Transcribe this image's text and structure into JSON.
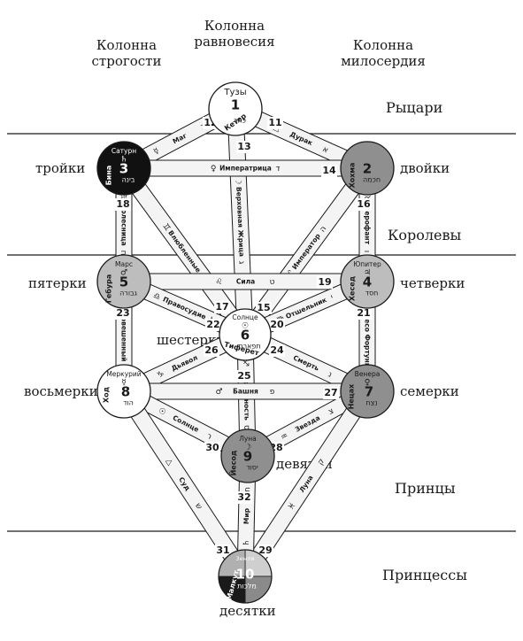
{
  "columns": {
    "severity": [
      "Колонна",
      "строгости"
    ],
    "balance": [
      "Колонна",
      "равновесия"
    ],
    "mercy": [
      "Колонна",
      "милосердия"
    ]
  },
  "worlds": {
    "knights": "Рыцари",
    "queens": "Королевы",
    "princes": "Принцы",
    "princesses": "Принцессы"
  },
  "side_labels": {
    "threes": "тройки",
    "twos": "двойки",
    "fives": "пятерки",
    "fours": "четверки",
    "sixes": "шестерки",
    "eights": "восьмерки",
    "sevens": "семерки",
    "nines": "девятки",
    "tens": "десятки"
  },
  "colors": {
    "ink": "#1a1a1a",
    "black_sphere": "#111111",
    "dark_gray_sphere": "#8f8f8f",
    "gray_sphere": "#bdbdbd",
    "path_fill": "#f4f4f4"
  },
  "sephiroth": [
    {
      "number": "1",
      "top": "Тузы",
      "planet": "",
      "hebrew": "כתר",
      "side": "Кетер"
    },
    {
      "number": "2",
      "top": "",
      "planet": "",
      "hebrew": "חכמה",
      "side": "Хохма"
    },
    {
      "number": "3",
      "top": "Сатурн",
      "planet": "♄",
      "hebrew": "בינה",
      "side": "Бина"
    },
    {
      "number": "4",
      "top": "Юпитер",
      "planet": "♃",
      "hebrew": "חסד",
      "side": "Хесед"
    },
    {
      "number": "5",
      "top": "Марс",
      "planet": "♂",
      "hebrew": "גבורה",
      "side": "Гебура"
    },
    {
      "number": "6",
      "top": "Солнце",
      "planet": "☉",
      "hebrew": "תפארת",
      "side": "Тиферет"
    },
    {
      "number": "7",
      "top": "Венера",
      "planet": "♀",
      "hebrew": "נצח",
      "side": "Нецах"
    },
    {
      "number": "8",
      "top": "Меркурий",
      "planet": "☿",
      "hebrew": "הוד",
      "side": "Ход"
    },
    {
      "number": "9",
      "top": "Луна",
      "planet": "☽",
      "hebrew": "יסוד",
      "side": "Йесод"
    },
    {
      "number": "10",
      "top": "Земля",
      "planet": "",
      "hebrew": "מלכות",
      "side": "Малкут"
    }
  ],
  "paths": [
    {
      "number": "11",
      "card": "Дурак",
      "letter": "א",
      "sign": "△"
    },
    {
      "number": "12",
      "card": "Маг",
      "letter": "ב",
      "sign": "☿"
    },
    {
      "number": "13",
      "card": "Верховная Жрица",
      "letter": "ג",
      "sign": "☽"
    },
    {
      "number": "14",
      "card": "Императрица",
      "letter": "ד",
      "sign": "♀"
    },
    {
      "number": "15",
      "card": "Император",
      "letter": "ה",
      "sign": "♈"
    },
    {
      "number": "16",
      "card": "Иерофант",
      "letter": "ו",
      "sign": "♉"
    },
    {
      "number": "17",
      "card": "Влюбленные",
      "letter": "ז",
      "sign": "♊"
    },
    {
      "number": "18",
      "card": "Колесница",
      "letter": "ח",
      "sign": "♋"
    },
    {
      "number": "19",
      "card": "Сила",
      "letter": "ט",
      "sign": "♌"
    },
    {
      "number": "20",
      "card": "Отшельник",
      "letter": "י",
      "sign": "♍"
    },
    {
      "number": "21",
      "card": "Колесо Фортуны",
      "letter": "כ",
      "sign": "♃"
    },
    {
      "number": "22",
      "card": "Правосудие",
      "letter": "ל",
      "sign": "♎"
    },
    {
      "number": "23",
      "card": "Повешенный",
      "letter": "מ",
      "sign": "▽"
    },
    {
      "number": "24",
      "card": "Смерть",
      "letter": "נ",
      "sign": "♏"
    },
    {
      "number": "25",
      "card": "Умеренность",
      "letter": "ס",
      "sign": "♐"
    },
    {
      "number": "26",
      "card": "Дьявол",
      "letter": "ע",
      "sign": "♑"
    },
    {
      "number": "27",
      "card": "Башня",
      "letter": "פ",
      "sign": "♂"
    },
    {
      "number": "28",
      "card": "Звезда",
      "letter": "צ",
      "sign": "♒"
    },
    {
      "number": "29",
      "card": "Луна",
      "letter": "ק",
      "sign": "♓"
    },
    {
      "number": "30",
      "card": "Солнце",
      "letter": "ר",
      "sign": "☉"
    },
    {
      "number": "31",
      "card": "Суд",
      "letter": "ש",
      "sign": "△"
    },
    {
      "number": "32",
      "card": "Мир",
      "letter": "ת",
      "sign": "♄"
    }
  ]
}
